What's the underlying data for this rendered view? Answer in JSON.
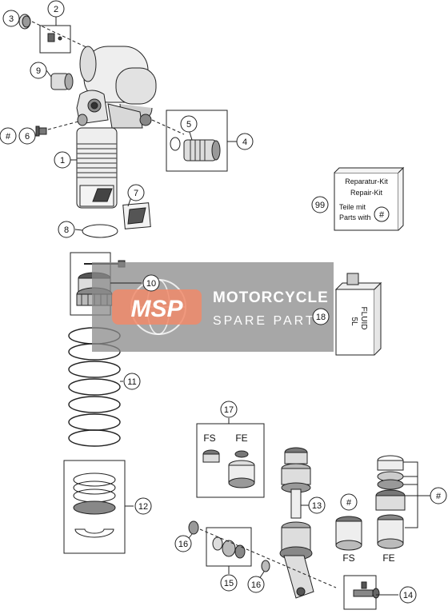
{
  "callouts": [
    "1",
    "2",
    "3",
    "4",
    "5",
    "6",
    "7",
    "8",
    "9",
    "10",
    "11",
    "12",
    "13",
    "14",
    "15",
    "16",
    "16",
    "17",
    "18",
    "99"
  ],
  "hash_marker": "#",
  "repair_kit": {
    "line1": "Reparatur-Kit",
    "line2": "Repair-Kit",
    "line3": "Teile mit",
    "line4": "Parts with"
  },
  "fluid_can": {
    "label": "FLUID",
    "volume": "5L"
  },
  "variants": {
    "fs": "FS",
    "fe": "FE"
  },
  "watermark": {
    "logo": "MSP",
    "title": "MOTORCYCLE",
    "subtitle": "SPARE PARTS"
  },
  "colors": {
    "line": "#222222",
    "watermark_bg": "#8a8a8a",
    "watermark_logo": "#f08a6a"
  }
}
